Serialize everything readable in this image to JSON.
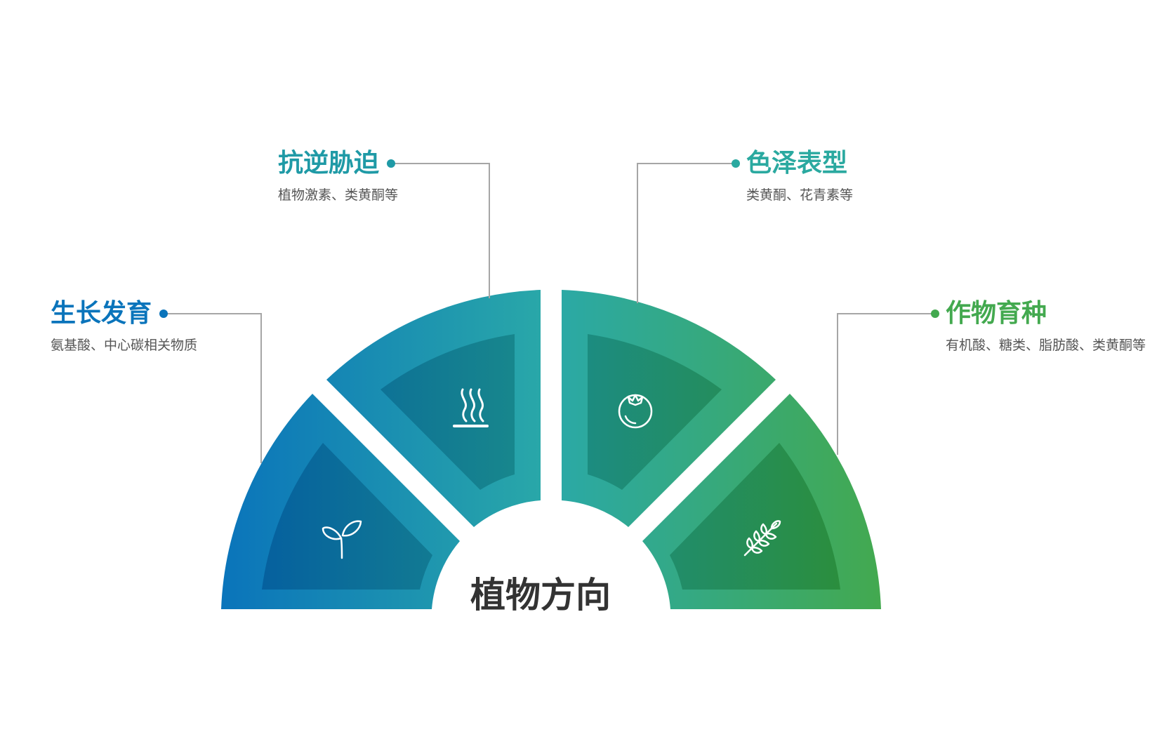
{
  "center_title": "植物方向",
  "colors": {
    "blue": "#0a74bb",
    "teal": "#2aa9a8",
    "green": "#43a94f",
    "connector": "#a6a6a6",
    "center_text": "#333333",
    "desc_text": "#555555"
  },
  "segments": [
    {
      "title": "生长发育",
      "desc": "氨基酸、中心碳相关物质",
      "icon": "sprout-icon"
    },
    {
      "title": "抗逆胁迫",
      "desc": "植物激素、类黄酮等",
      "icon": "heat-waves-icon"
    },
    {
      "title": "色泽表型",
      "desc": "类黄酮、花青素等",
      "icon": "tomato-icon"
    },
    {
      "title": "作物育种",
      "desc": "有机酸、糖类、脂肪酸、类黄酮等",
      "icon": "wheat-icon"
    }
  ]
}
